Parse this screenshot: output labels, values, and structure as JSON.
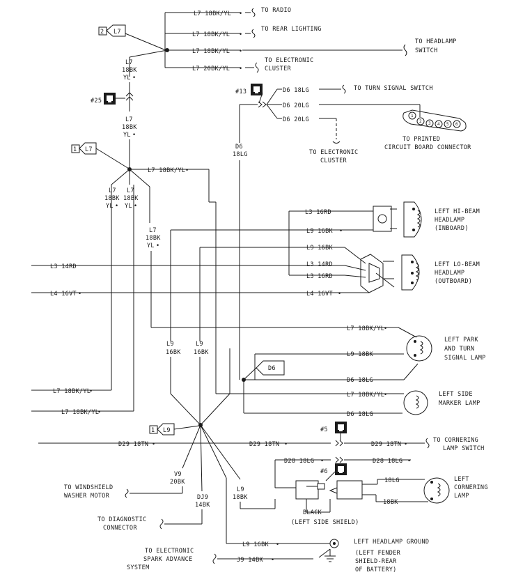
{
  "splices": {
    "s2": {
      "num": "2",
      "code": "L7"
    },
    "s1": {
      "num": "1",
      "code": "L7"
    },
    "s1b": {
      "num": "1",
      "code": "L9"
    },
    "d6": {
      "code": "D6"
    }
  },
  "connectors": {
    "c25": "#25",
    "c13": "#13",
    "c5": "#5",
    "c6": "#6"
  },
  "wires": {
    "radio": "L7 18BK/YL",
    "rear_lighting": "L7 18BK/YL",
    "headlamp_switch": "L7 18BK/YL",
    "elec_cluster_l7": "L7 20BK/YL",
    "v_l7_a": [
      "L7",
      "18BK",
      "YL"
    ],
    "v_l7_b": [
      "L7",
      "18BK",
      "YL"
    ],
    "mid_l7": "L7 18BK/YL",
    "v_l7_c": [
      "L7",
      "18BK",
      "YL"
    ],
    "v_l7_d": [
      "L7",
      "18BK",
      "YL"
    ],
    "v_l7_e": [
      "L7",
      "18BK",
      "YL"
    ],
    "d6_turn": "D6 18LG",
    "d6_printed": "D6 20LG",
    "d6_cluster": "D6 20LG",
    "v_d6": [
      "D6",
      "18LG"
    ],
    "l3_hi": "L3 16RD",
    "l9_hi": "L9 16BK",
    "l9_lo": "L9 16BK",
    "l3_14_left": "L3 14RD",
    "l3_14_lo": "L3 14RD",
    "l3_16_lo": "L3 16RD",
    "l4_left": "L4 16VT",
    "l4_lo": "L4 16VT",
    "l7_park": "L7 18BK/YL",
    "l9_park": "L9 18BK",
    "d6_park": "D6 18LG",
    "l7_side": "L7 18BK/YL",
    "d6_side": "D6 18LG",
    "v_l9_a": [
      "L9",
      "16BK"
    ],
    "v_l9_b": [
      "L9",
      "16BK"
    ],
    "l7_left_a": "L7 18BK/YL",
    "l7_left_b": "L7 18BK/YL",
    "d29_left": "D29 18TN",
    "d29_mid": "D29 18TN",
    "d29_right": "D29 18TN",
    "d28_left": "D28 18LG",
    "d28_right": "D28 18LG",
    "lg_corner": "18LG",
    "bk_corner": "18BK",
    "v_v9": [
      "V9",
      "20BK"
    ],
    "v_dj9": [
      "DJ9",
      "14BK"
    ],
    "v_l9_c": [
      "L9",
      "18BK"
    ],
    "l9_ground": "L9 16BK",
    "j9_spark": "J9 14BK"
  },
  "destinations": {
    "radio": "TO RADIO",
    "rear_lighting": "TO REAR LIGHTING",
    "headlamp_switch": [
      "TO HEADLAMP",
      "SWITCH"
    ],
    "elec_cluster_top": [
      "TO ELECTRONIC",
      "CLUSTER"
    ],
    "turn_signal": "TO TURN SIGNAL SWITCH",
    "elec_cluster_d6": [
      "TO ELECTRONIC",
      "CLUSTER"
    ],
    "printed_circuit": [
      "TO PRINTED",
      "CIRCUIT BOARD CONNECTOR"
    ],
    "hi_beam": [
      "LEFT HI-BEAM",
      "HEADLAMP",
      "(INBOARD)"
    ],
    "lo_beam": [
      "LEFT LO-BEAM",
      "HEADLAMP",
      "(OUTBOARD)"
    ],
    "park_turn": [
      "LEFT PARK",
      "AND TURN",
      "SIGNAL LAMP"
    ],
    "side_marker": [
      "LEFT SIDE",
      "MARKER LAMP"
    ],
    "cornering_switch": [
      "TO CORNERING",
      "LAMP SWITCH"
    ],
    "cornering_lamp": [
      "LEFT",
      "CORNERING",
      "LAMP"
    ],
    "washer": [
      "TO WINDSHIELD",
      "WASHER MOTOR"
    ],
    "diagnostic": [
      "TO DIAGNOSTIC",
      "CONNECTOR"
    ],
    "spark": [
      "TO ELECTRONIC",
      "SPARK ADVANCE",
      "SYSTEM"
    ],
    "ground": [
      "LEFT HEADLAMP GROUND",
      "(LEFT FENDER",
      "SHIELD-REAR",
      "OF BATTERY)"
    ],
    "black": "BLACK",
    "left_side_shield": "(LEFT SIDE SHIELD)"
  },
  "pcb_pins": [
    "1",
    "2",
    "3",
    "4",
    "5",
    "6"
  ]
}
